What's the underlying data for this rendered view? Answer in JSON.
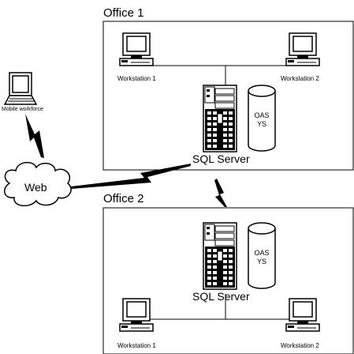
{
  "offices": [
    {
      "title": "Office 1",
      "workstations": [
        "Workstation 1",
        "Workstation 2"
      ],
      "server_label": "SQL Server",
      "database_label": [
        "OAS",
        "YS"
      ]
    },
    {
      "title": "Office 2",
      "workstations": [
        "Workstation 1",
        "Workstation 2"
      ],
      "server_label": "SQL Server",
      "database_label": [
        "OAS",
        "YS"
      ]
    }
  ],
  "mobile": {
    "label": "Mobile workforce"
  },
  "web": {
    "label": "Web"
  }
}
